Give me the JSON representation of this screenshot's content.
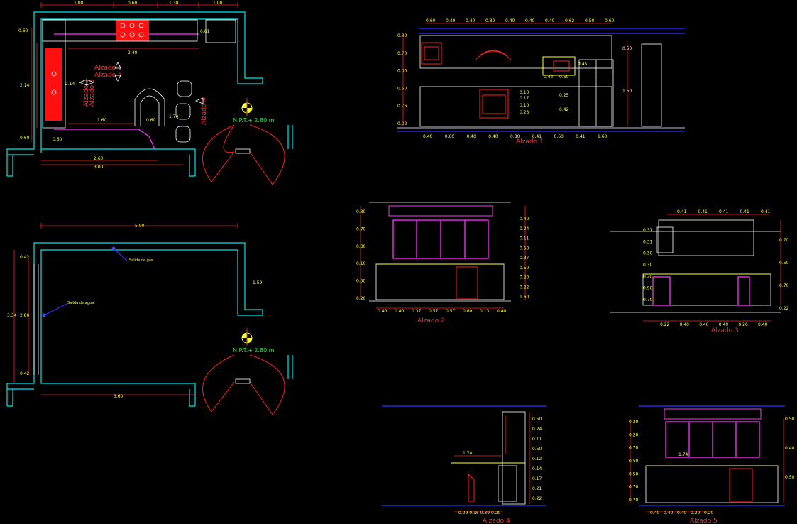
{
  "plan_top": {
    "dims_top": [
      "1.00",
      "0.60",
      "1.30",
      "1.00"
    ],
    "dim_left_outer": "2.14",
    "dim_left_inner": "2.14",
    "dim_top_left": "0.60",
    "dim_bottom_left": "0.60",
    "dim_mid": "2.40",
    "dim_counter": "1.60",
    "dim_bar": "0.60",
    "dim_bar_v": "1.74",
    "dim_fridge": "0.61",
    "dim_corner": "0.60",
    "dims_bottom": [
      "2.60",
      "3.00"
    ],
    "elev_tags": [
      "Alzado 1",
      "Alzado 5",
      "Alzado 2",
      "Alzado 3",
      "Alzado 4"
    ],
    "npt": "N.P.T.+ 2.80 m"
  },
  "plan_bottom": {
    "dim_top": "5.00",
    "dim_left_outer": "3.34",
    "dim_left_inner": "2.80",
    "dim_top_small": "0.42",
    "dim_bottom_small": "0.42",
    "dim_right": "1.59",
    "dim_bottom": "3.60",
    "note_gas": "Salida de gas",
    "note_water": "Salida de agua",
    "npt": "N.P.T.+ 2.80 m"
  },
  "alzado1": {
    "label": "Alzado 1",
    "dims_top": [
      "0.60",
      "0.40",
      "0.40",
      "0.80",
      "0.40",
      "0.40",
      "0.40",
      "0.62",
      "0.50",
      "0.60"
    ],
    "dims_bottom": [
      "0.40",
      "0.60",
      "0.40",
      "0.40",
      "0.80",
      "0.41",
      "0.60",
      "0.41",
      "1.60"
    ],
    "dims_left": [
      "0.30",
      "0.70",
      "0.30",
      "0.50",
      "0.76",
      "0.22"
    ],
    "dims_right": [
      "0.50",
      "1.50"
    ],
    "dims_inner": [
      "0.13",
      "0.17",
      "0.10",
      "0.23",
      "0.25",
      "0.42",
      "0.44",
      "0.50",
      "0.45"
    ]
  },
  "alzado2": {
    "label": "Alzado 2",
    "dims_bottom": [
      "0.40",
      "0.40",
      "0.37",
      "0.57",
      "0.57",
      "0.60",
      "0.13",
      "0.40"
    ],
    "dims_left": [
      "0.30",
      "0.70",
      "0.30",
      "0.10",
      "0.50",
      "0.20"
    ],
    "dims_right": [
      "0.40",
      "0.24",
      "0.11",
      "0.50",
      "0.37",
      "0.50",
      "0.20",
      "0.22",
      "1.60"
    ]
  },
  "alzado3": {
    "label": "Alzado 3",
    "dims_top": [
      "0.41",
      "0.41",
      "0.41",
      "0.41",
      "0.41"
    ],
    "dims_bottom": [
      "0.22",
      "0.40",
      "0.40",
      "0.40",
      "0.26",
      "0.40"
    ],
    "dims_left": [
      "0.31",
      "0.31",
      "0.30",
      "0.30",
      "0.20",
      "0.90",
      "0.70"
    ],
    "dims_right": [
      "0.70",
      "0.50",
      "0.70",
      "0.22"
    ]
  },
  "alzado4": {
    "label": "Alzado 4",
    "dims_right": [
      "0.50",
      "0.24",
      "0.11",
      "0.50",
      "0.12",
      "0.14",
      "0.17",
      "0.21",
      "0.22"
    ],
    "dim_counter": "1.74",
    "dims_bottom": [
      "0.29",
      "0.16",
      "0.39",
      "0.20"
    ]
  },
  "alzado5": {
    "label": "Alzado 5",
    "dims_left": [
      "0.30",
      "0.20",
      "0.70",
      "0.50",
      "0.50",
      "0.70",
      "0.20"
    ],
    "dims_right": [
      "0.50",
      "0.40",
      "0.50"
    ],
    "dim_counter": "1.74",
    "dims_bottom": [
      "0.40",
      "0.40",
      "0.40",
      "0.20",
      "0.20"
    ]
  }
}
